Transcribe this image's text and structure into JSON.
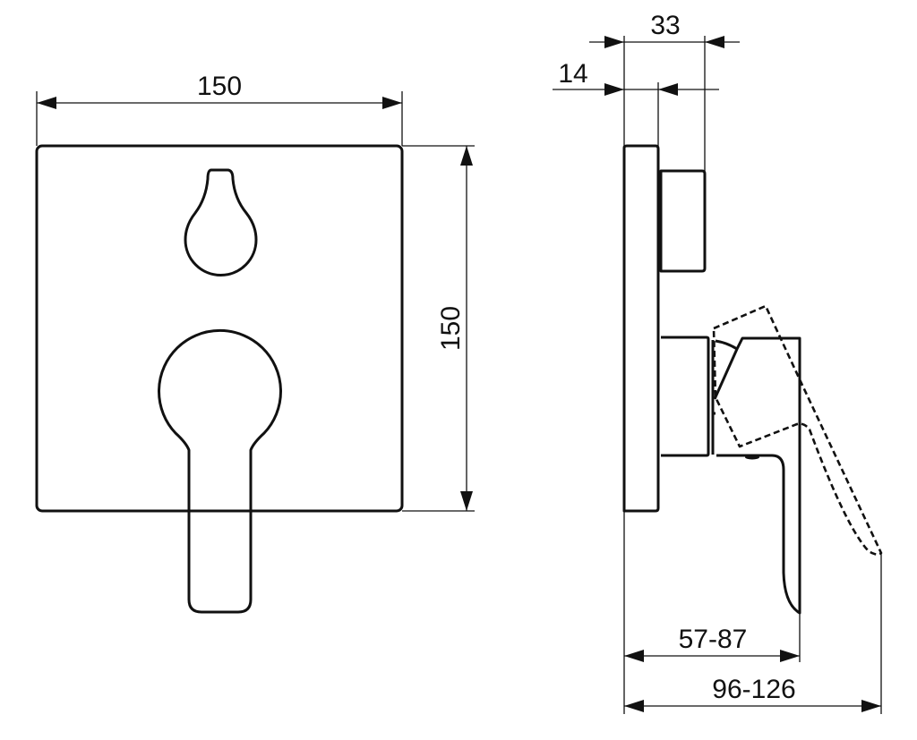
{
  "drawing": {
    "type": "technical-dimension-drawing",
    "units": "mm",
    "front_view": {
      "width_label": "150",
      "height_label": "150",
      "features": [
        "square-cover-plate",
        "teardrop-diverter-opening",
        "round-lever-handle"
      ]
    },
    "side_view": {
      "plate_to_diverter_label": "33",
      "plate_thickness_label": "14",
      "handle_depth_label": "57-87",
      "handle_swing_depth_label": "96-126",
      "features": [
        "cover-plate",
        "diverter-knob",
        "handle-body",
        "lever-handle",
        "lever-alternate-position-dashed"
      ]
    },
    "colors": {
      "line": "#111111",
      "background": "#ffffff"
    }
  }
}
